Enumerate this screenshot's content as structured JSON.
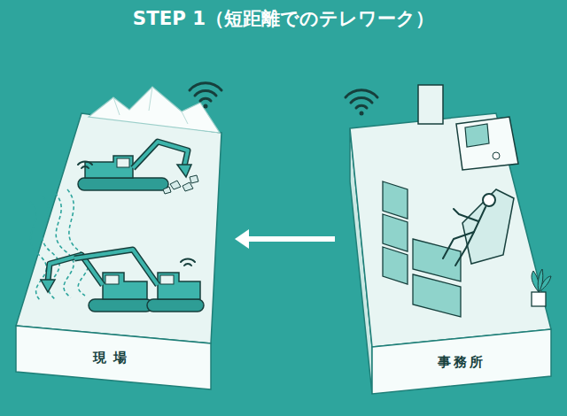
{
  "diagram": {
    "title": "STEP 1（短距離でのテレワーク）",
    "nodes": [
      {
        "text": [
          "現場"
        ]
      },
      {
        "text": [
          "事務所"
        ]
      }
    ],
    "edges": [
      {
        "from": 1,
        "to": 0,
        "arrow": "to"
      }
    ]
  }
}
